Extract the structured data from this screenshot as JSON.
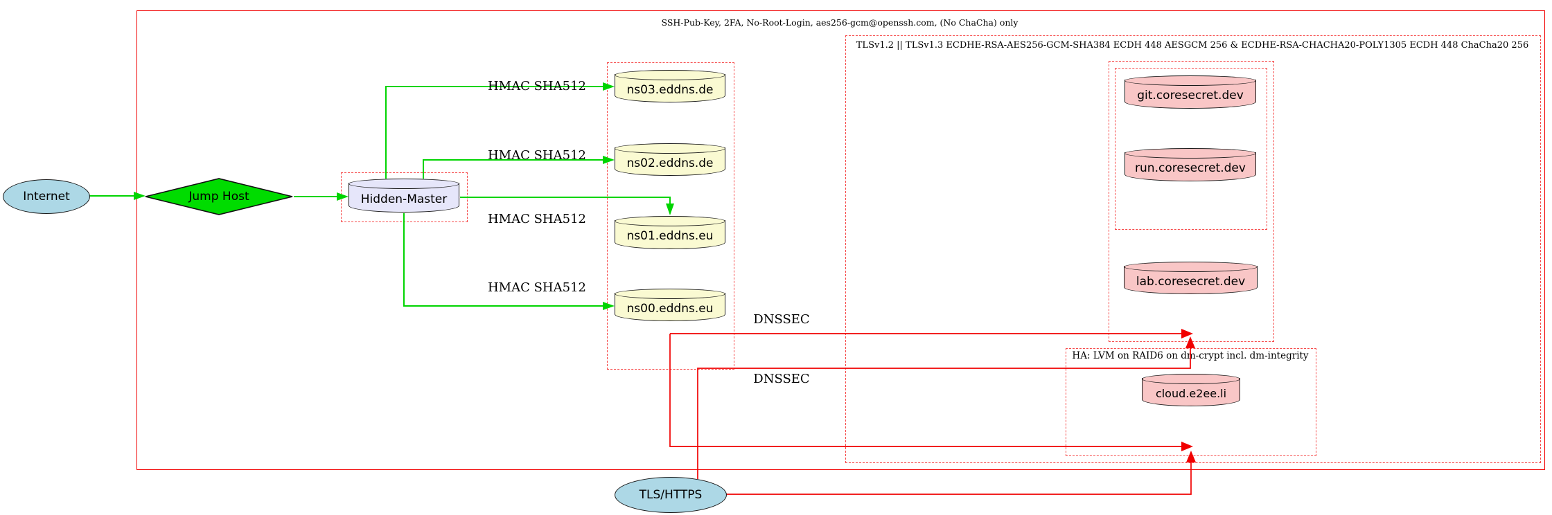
{
  "cluster_labels": {
    "ssh": "SSH-Pub-Key, 2FA, No-Root-Login, aes256-gcm@openssh.com, (No ChaCha) only",
    "tls": "TLSv1.2 || TLSv1.3 ECDHE-RSA-AES256-GCM-SHA384 ECDH 448 AESGCM 256 & ECDHE-RSA-CHACHA20-POLY1305 ECDH 448 ChaCha20 256",
    "ha": "HA: LVM on RAID6 on dm-crypt incl. dm-integrity"
  },
  "nodes": {
    "internet": "Internet",
    "jump_host": "Jump Host",
    "hidden_master": "Hidden-Master",
    "ns03": "ns03.eddns.de",
    "ns02": "ns02.eddns.de",
    "ns01": "ns01.eddns.eu",
    "ns00": "ns00.eddns.eu",
    "git": "git.coresecret.dev",
    "run": "run.coresecret.dev",
    "lab": "lab.coresecret.dev",
    "cloud": "cloud.e2ee.li",
    "tls_https": "TLS/HTTPS"
  },
  "edge_labels": {
    "hmac": "HMAC SHA512",
    "dnssec": "DNSSEC"
  },
  "colors": {
    "perimeter_red": "#f10000",
    "cluster_dash_red": "#f64a4a",
    "green_edge": "#00d400",
    "jump_host_green": "#00dc00",
    "node_lightblue": "#add8e6",
    "dns_yellow": "#fafad2",
    "web_pink": "#f9c6c6",
    "master_lavender": "#e6e6fa"
  }
}
